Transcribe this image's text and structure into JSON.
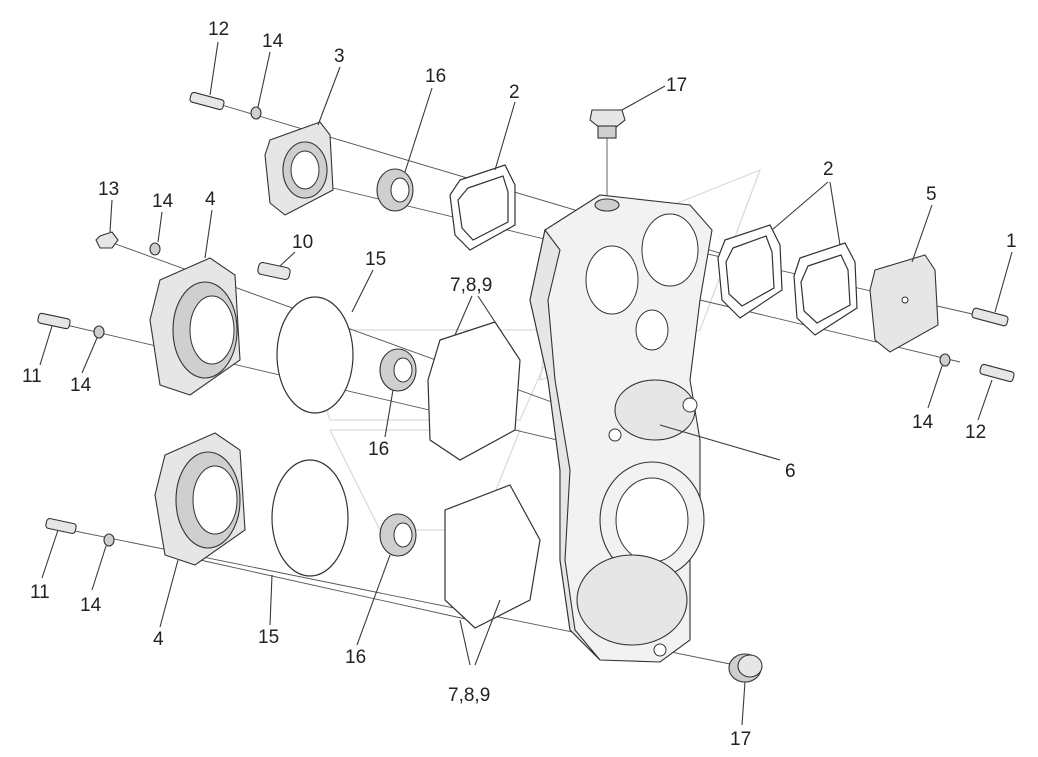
{
  "diagram": {
    "labels": {
      "l12_top": "12",
      "l14_top": "14",
      "l3": "3",
      "l16_top": "16",
      "l2_left": "2",
      "l17_top": "17",
      "l2_right": "2",
      "l5": "5",
      "l1": "1",
      "l13": "13",
      "l14_mid": "14",
      "l4_top": "4",
      "l10": "10",
      "l15_top": "15",
      "l789_top": "7,8,9",
      "l11_top": "11",
      "l14_left": "14",
      "l16_mid": "16",
      "l14_right": "14",
      "l12_right": "12",
      "l6": "6",
      "l11_bottom": "11",
      "l14_bottom": "14",
      "l4_bottom": "4",
      "l15_bottom": "15",
      "l16_bottom": "16",
      "l789_bottom": "7,8,9",
      "l17_bottom": "17"
    }
  }
}
